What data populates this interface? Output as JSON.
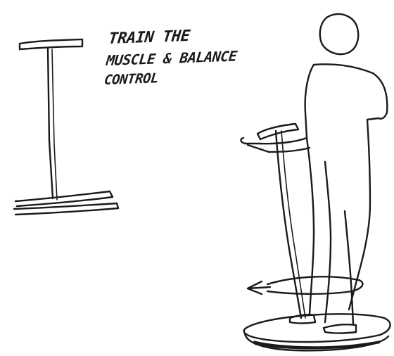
{
  "annotation": {
    "lines": [
      "TRAIN THE",
      "MUSCLE & BALANCE",
      "CONTROL"
    ]
  },
  "palette": {
    "ink": "#1a1a1a",
    "paper": "#ffffff"
  }
}
